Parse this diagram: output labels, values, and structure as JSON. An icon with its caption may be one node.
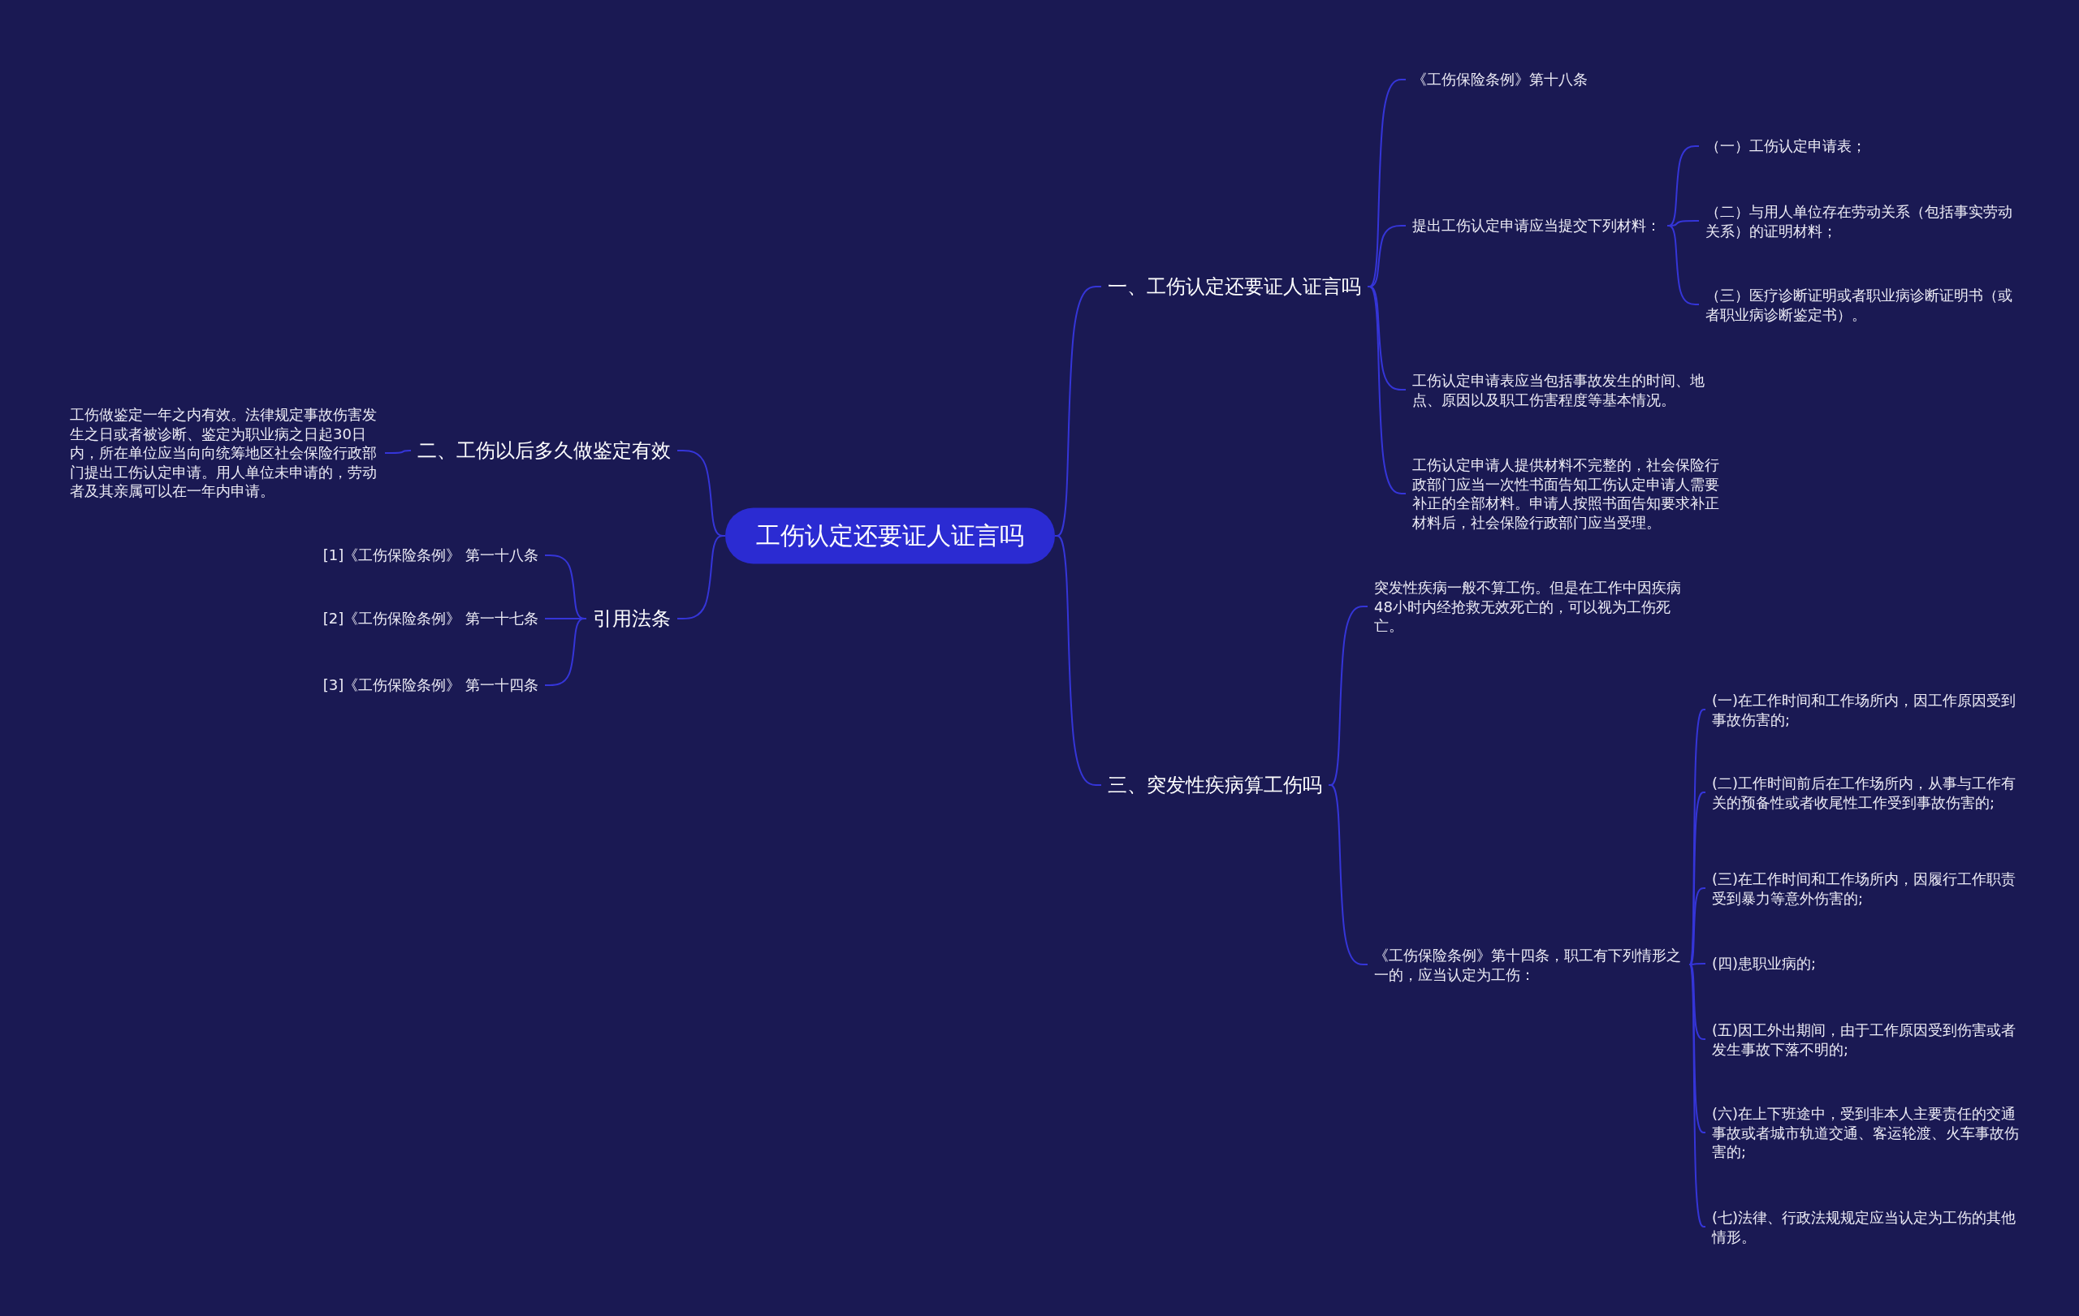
{
  "diagram": {
    "nodes": [
      {
        "text": [
          "工伤认定还要证人证言吗"
        ]
      },
      {
        "text": [
          "一、工伤认定还要证人证言吗"
        ]
      },
      {
        "text": [
          "《工伤保险条例》第十八条"
        ]
      },
      {
        "text": [
          "提出工伤认定申请应当提交下列材料："
        ]
      },
      {
        "text": [
          "（一）工伤认定申请表；"
        ]
      },
      {
        "text": [
          "（二）与用人单位存在劳动关系（包括事实劳动关系）的证明材料；"
        ]
      },
      {
        "text": [
          "（三）医疗诊断证明或者职业病诊断证明书（或者职业病诊断鉴定书）。"
        ]
      },
      {
        "text": [
          "工伤认定申请表应当包括事故发生的时间、地点、原因以及职工伤害程度等基本情况。"
        ]
      },
      {
        "text": [
          "工伤认定申请人提供材料不完整的，社会保险行政部门应当一次性书面告知工伤认定申请人需要补正的全部材料。申请人按照书面告知要求补正材料后，社会保险行政部门应当受理。"
        ]
      },
      {
        "text": [
          "二、工伤以后多久做鉴定有效"
        ]
      },
      {
        "text": [
          "工伤做鉴定一年之内有效。法律规定事故伤害发生之日或者被诊断、鉴定为职业病之日起30日内，所在单位应当向向统筹地区社会保险行政部门提出工伤认定申请。用人单位未申请的，劳动者及其亲属可以在一年内申请。"
        ]
      },
      {
        "text": [
          "引用法条"
        ]
      },
      {
        "text": [
          "[1]《工伤保险条例》 第一十八条"
        ]
      },
      {
        "text": [
          "[2]《工伤保险条例》 第一十七条"
        ]
      },
      {
        "text": [
          "[3]《工伤保险条例》 第一十四条"
        ]
      },
      {
        "text": [
          "三、突发性疾病算工伤吗"
        ]
      },
      {
        "text": [
          "突发性疾病一般不算工伤。但是在工作中因疾病48小时内经抢救无效死亡的，可以视为工伤死亡。"
        ]
      },
      {
        "text": [
          "《工伤保险条例》第十四条，职工有下列情形之一的，应当认定为工伤："
        ]
      },
      {
        "text": [
          "(一)在工作时间和工作场所内，因工作原因受到事故伤害的;"
        ]
      },
      {
        "text": [
          "(二)工作时间前后在工作场所内，从事与工作有关的预备性或者收尾性工作受到事故伤害的;"
        ]
      },
      {
        "text": [
          "(三)在工作时间和工作场所内，因履行工作职责受到暴力等意外伤害的;"
        ]
      },
      {
        "text": [
          "(四)患职业病的;"
        ]
      },
      {
        "text": [
          "(五)因工外出期间，由于工作原因受到伤害或者发生事故下落不明的;"
        ]
      },
      {
        "text": [
          "(六)在上下班途中，受到非本人主要责任的交通事故或者城市轨道交通、客运轮渡、火车事故伤害的;"
        ]
      },
      {
        "text": [
          "(七)法律、行政法规规定应当认定为工伤的其他情形。"
        ]
      }
    ],
    "edges": [
      {
        "from": 0,
        "to": 1,
        "arrow": "none"
      },
      {
        "from": 1,
        "to": 2,
        "arrow": "none"
      },
      {
        "from": 1,
        "to": 3,
        "arrow": "none"
      },
      {
        "from": 3,
        "to": 4,
        "arrow": "none"
      },
      {
        "from": 3,
        "to": 5,
        "arrow": "none"
      },
      {
        "from": 3,
        "to": 6,
        "arrow": "none"
      },
      {
        "from": 1,
        "to": 7,
        "arrow": "none"
      },
      {
        "from": 1,
        "to": 8,
        "arrow": "none"
      },
      {
        "from": 0,
        "to": 9,
        "arrow": "none"
      },
      {
        "from": 9,
        "to": 10,
        "arrow": "none"
      },
      {
        "from": 0,
        "to": 11,
        "arrow": "none"
      },
      {
        "from": 11,
        "to": 12,
        "arrow": "none"
      },
      {
        "from": 11,
        "to": 13,
        "arrow": "none"
      },
      {
        "from": 11,
        "to": 14,
        "arrow": "none"
      },
      {
        "from": 0,
        "to": 15,
        "arrow": "none"
      },
      {
        "from": 15,
        "to": 16,
        "arrow": "none"
      },
      {
        "from": 15,
        "to": 17,
        "arrow": "none"
      },
      {
        "from": 17,
        "to": 18,
        "arrow": "none"
      },
      {
        "from": 17,
        "to": 19,
        "arrow": "none"
      },
      {
        "from": 17,
        "to": 20,
        "arrow": "none"
      },
      {
        "from": 17,
        "to": 21,
        "arrow": "none"
      },
      {
        "from": 17,
        "to": 22,
        "arrow": "none"
      },
      {
        "from": 17,
        "to": 23,
        "arrow": "none"
      },
      {
        "from": 17,
        "to": 24,
        "arrow": "none"
      }
    ]
  }
}
